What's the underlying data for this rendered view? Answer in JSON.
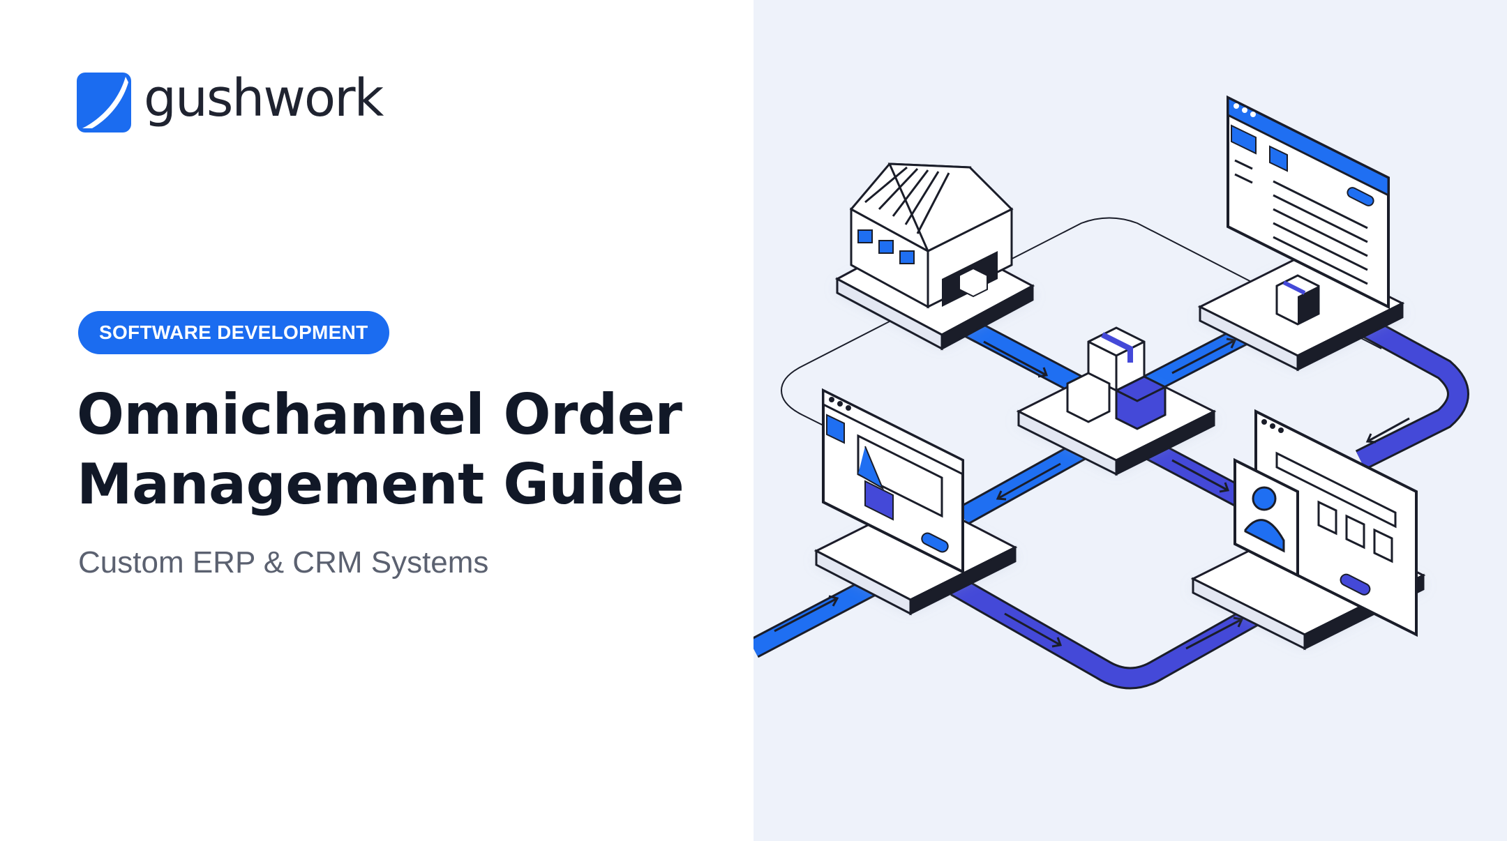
{
  "brand": {
    "name": "gushwork",
    "logo_icon": "gushwork-logo-icon",
    "accent_color": "#1b6cf0"
  },
  "hero": {
    "category_badge": "SOFTWARE DEVELOPMENT",
    "title_line_1": "Omnichannel Order",
    "title_line_2": "Management Guide",
    "subtitle": "Custom ERP & CRM Systems"
  },
  "illustration": {
    "nodes": [
      "warehouse-icon",
      "erp-dashboard-icon",
      "inventory-hub-icon",
      "ecommerce-storefront-icon",
      "crm-profile-icon"
    ],
    "colors": {
      "flow_blue": "#1f6ff2",
      "flow_indigo": "#4449d8",
      "outline": "#1a1d29",
      "platform": "#ffffff"
    }
  }
}
